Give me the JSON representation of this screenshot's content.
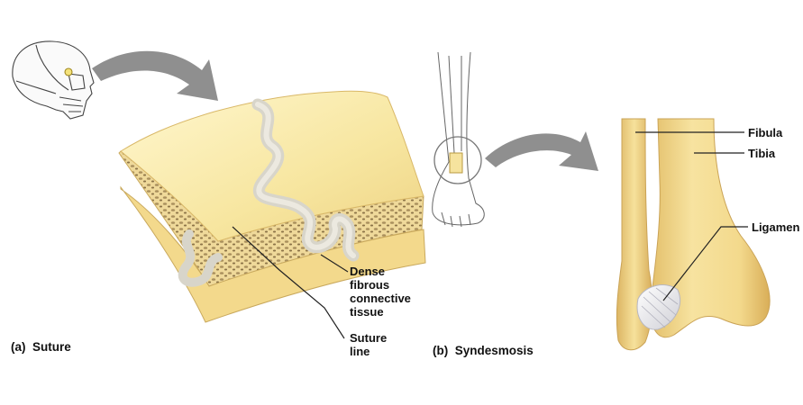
{
  "panel_a": {
    "caption_letter": "(a)",
    "caption_title": "Suture",
    "labels": {
      "dense_lines": [
        "Dense",
        "fibrous",
        "connective",
        "tissue"
      ],
      "suture_lines": [
        "Suture",
        "line"
      ]
    }
  },
  "panel_b": {
    "caption_letter": "(b)",
    "caption_title": "Syndesmosis",
    "labels": {
      "fibula": "Fibula",
      "tibia": "Tibia",
      "ligament": "Ligamen"
    }
  },
  "colors": {
    "bone_light": "#fbefb4",
    "bone_mid": "#f1d887",
    "bone_dark": "#d9b05c",
    "spongy": "#bda26a",
    "tissue": "#d6d3c8",
    "arrow": "#8f8f8f"
  }
}
